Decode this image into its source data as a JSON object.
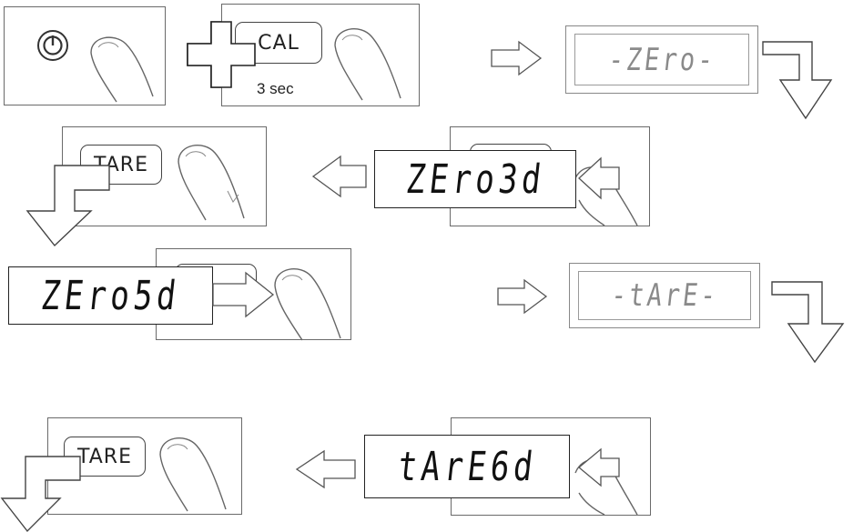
{
  "step1": {
    "power_key_icon": "power-icon",
    "cal_key_label": "CAL",
    "hold_caption": "3 sec"
  },
  "displays": {
    "zero_prompt": "-ZEro-",
    "zero_3d": "ZEro3d",
    "zero_5d": "ZEro5d",
    "tare_prompt": "-tArE-",
    "tare_6d": "tArE6d"
  },
  "keys": {
    "tare_label_1": "TARE",
    "tare_label_2": "TARE"
  },
  "colors": {
    "line": "#444444",
    "panel_border": "#6a6a6a",
    "lcd_light_text": "#8a8a8a"
  }
}
